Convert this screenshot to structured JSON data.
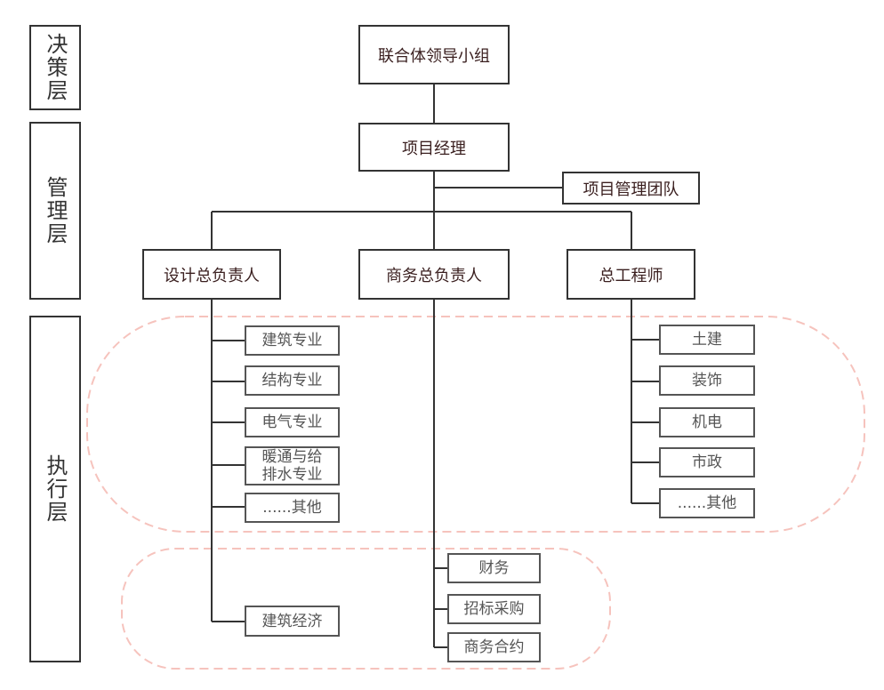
{
  "layers": {
    "decision": "决策层",
    "management": "管理层",
    "execution": "执行层"
  },
  "nodes": {
    "top": "联合体领导小组",
    "pm": "项目经理",
    "pm_team": "项目管理团队",
    "design_lead": "设计总负责人",
    "business_lead": "商务总负责人",
    "chief_engineer": "总工程师"
  },
  "design_items": [
    "建筑专业",
    "结构专业",
    "电气专业",
    "暖通与给排水专业",
    "......其他"
  ],
  "design_cost": "建筑经济",
  "business_items": [
    "财务",
    "招标采购",
    "商务合约"
  ],
  "engineer_items": [
    "土建",
    "装饰",
    "机电",
    "市政",
    "......其他"
  ],
  "colors": {
    "line": "#333333",
    "dashed_group": "#f6c3bd"
  }
}
